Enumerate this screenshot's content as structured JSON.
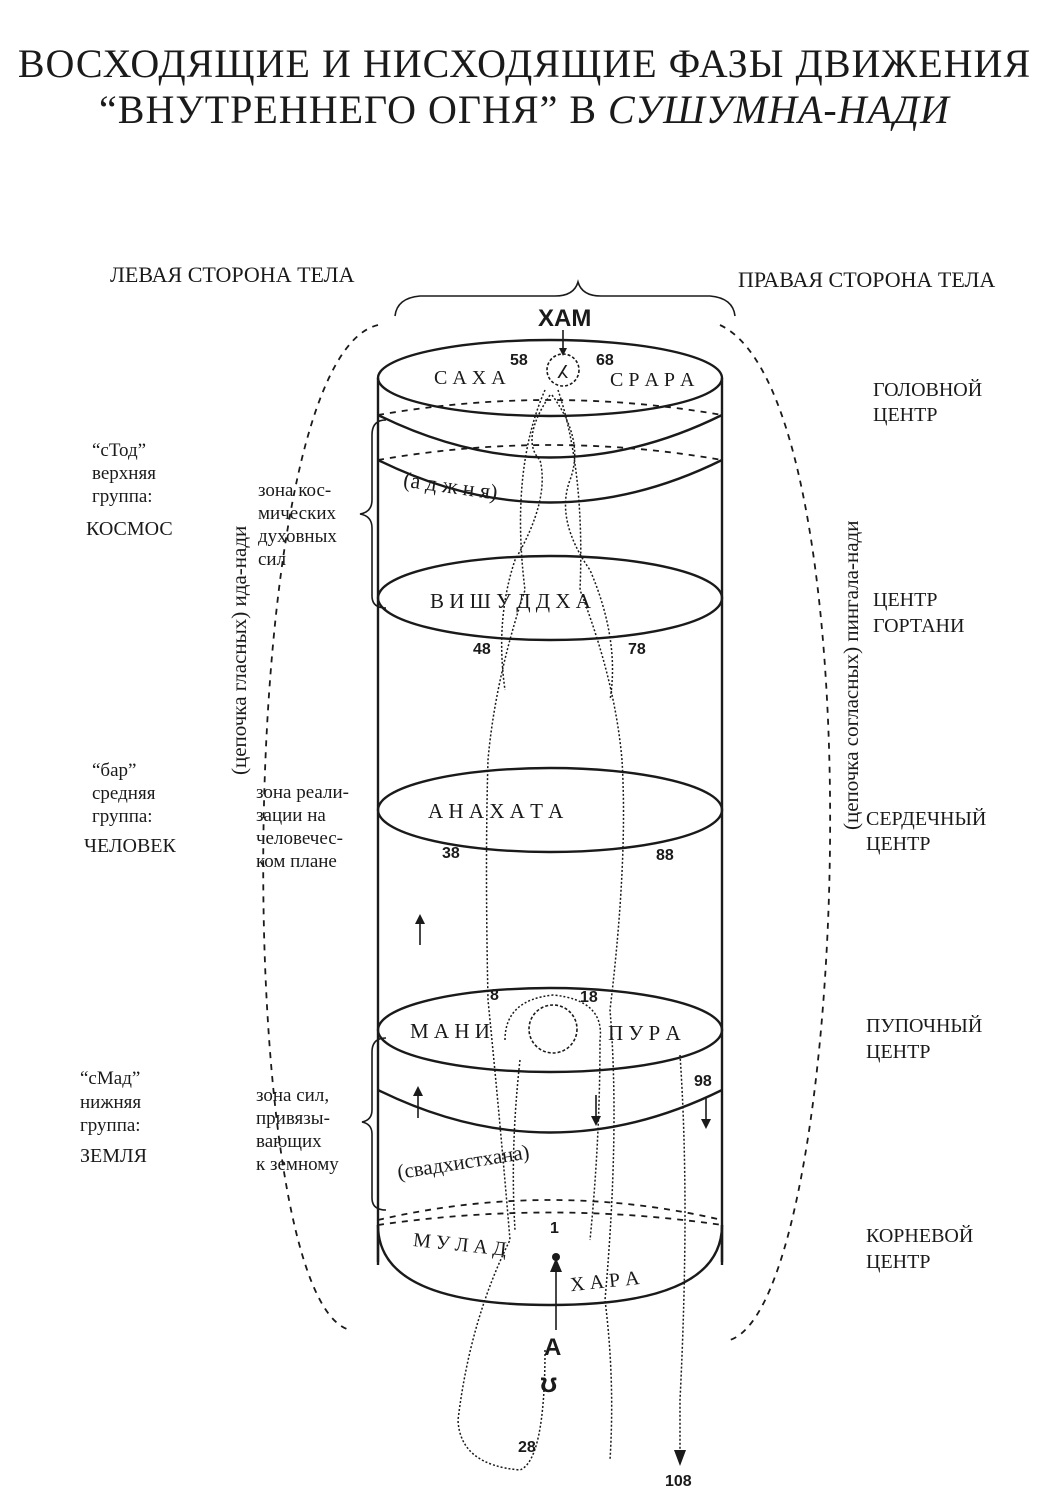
{
  "title": {
    "line1": "ВОСХОДЯЩИЕ И НИСХОДЯЩИЕ ФАЗЫ ДВИЖЕНИЯ",
    "line2_prefix": "“ВНУТРЕННЕГО  ОГНЯ” В ",
    "line2_italic": "СУШУМНА-НАДИ"
  },
  "sides": {
    "left": "ЛЕВАЯ СТОРОНА ТЕЛА",
    "right": "ПРАВАЯ СТОРОНА ТЕЛА"
  },
  "top_syllable": "ХАМ",
  "chakras": {
    "sahasrara_left": "С А Х А",
    "sahasrara_right": "С Р А Р А",
    "ajna": "(а д ж н я)",
    "vishuddha": "В И Ш У Д Д Х А",
    "anahata": "А Н А Х А Т А",
    "mani": "М А Н И",
    "pura": "П У Р А",
    "svadhisthana": "(свадхистхана)",
    "muladhara_left": "М У Л А Д",
    "muladhara_right": "Х А Р А"
  },
  "numbers": {
    "n58": "58",
    "n68": "68",
    "n48": "48",
    "n78": "78",
    "n38": "38",
    "n88": "88",
    "n8": "8",
    "n18": "18",
    "n98": "98",
    "n1": "1",
    "n28": "28",
    "n108": "108"
  },
  "bottom_letter": "А",
  "bottom_glyph": "ʊ",
  "centers": {
    "head_1": "ГОЛОВНОЙ",
    "head_2": "ЦЕНТР",
    "throat_1": "ЦЕНТР",
    "throat_2": "ГОРТАНИ",
    "heart_1": "СЕРДЕЧНЫЙ",
    "heart_2": "ЦЕНТР",
    "navel_1": "ПУПОЧНЫЙ",
    "navel_2": "ЦЕНТР",
    "root_1": "КОРНЕВОЙ",
    "root_2": "ЦЕНТР"
  },
  "groups": {
    "upper": [
      "“сТод”",
      "верхняя",
      "группа:",
      "КОСМОС"
    ],
    "middle": [
      "“бар”",
      "средняя",
      "группа:",
      "ЧЕЛОВЕК"
    ],
    "lower": [
      "“сМад”",
      "нижняя",
      "группа:",
      "ЗЕМЛЯ"
    ]
  },
  "zones": {
    "cosmic": [
      "зона кос-",
      "мических",
      "духовных",
      "сил"
    ],
    "human": [
      "зона реали-",
      "зации на",
      "человечес-",
      "ком плане"
    ],
    "earth": [
      "зона сил,",
      "привязы-",
      "вающих",
      "к земному"
    ]
  },
  "channels": {
    "ida": "(цепочка гласных)  ида-нади",
    "pingala": "(цепочка согласных)  пингала-нади"
  }
}
